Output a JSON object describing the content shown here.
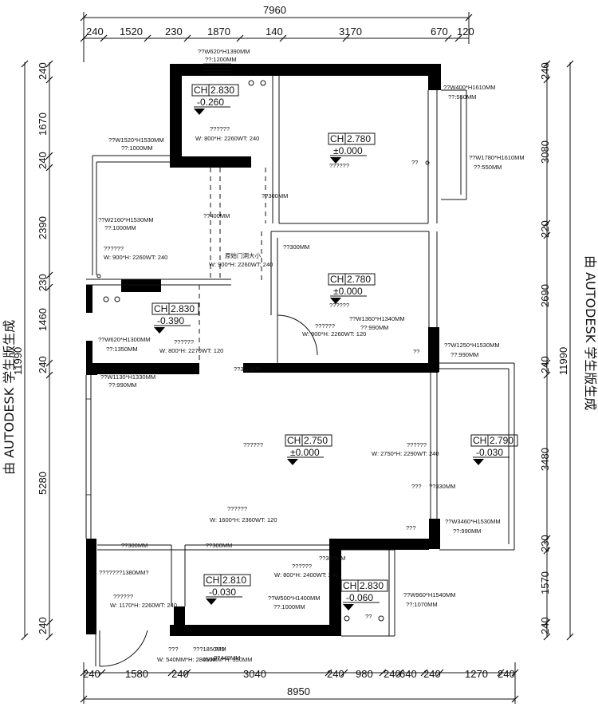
{
  "top_dims": {
    "overall": "7960",
    "segments": [
      "240",
      "1520",
      "230",
      "1870",
      "140",
      "3170",
      "670",
      "120"
    ]
  },
  "bottom_dims": {
    "overall": "8950",
    "segments": [
      "240",
      "1580",
      "240",
      "3040",
      "240",
      "980",
      "240",
      "640",
      "240",
      "1270",
      "240"
    ]
  },
  "left_dims": {
    "overall": "11990",
    "segments": [
      "240",
      "1670",
      "240",
      "2390",
      "230",
      "1460",
      "240",
      "5280",
      "240"
    ]
  },
  "right_dims": {
    "overall": "11990",
    "segments": [
      "240",
      "3080",
      "220",
      "2690",
      "240",
      "3480",
      "230",
      "1570",
      "240"
    ]
  },
  "watermark": "由 AUTODESK 学生版生成",
  "ch_label": "CH",
  "ceiling_markers": [
    {
      "h": "2.830",
      "lvl": "-0.260"
    },
    {
      "h": "2.780",
      "lvl": "±0.000"
    },
    {
      "h": "2.780",
      "lvl": "±0.000"
    },
    {
      "h": "2.830",
      "lvl": "-0.390"
    },
    {
      "h": "2.750",
      "lvl": "±0.000"
    },
    {
      "h": "2.790",
      "lvl": "-0.030"
    },
    {
      "h": "2.810",
      "lvl": "-0.030"
    },
    {
      "h": "2.830",
      "lvl": "-0.060"
    }
  ],
  "annotations": [
    "??W620*H1390MM",
    "??:1200MM",
    "??W400*H1610MM",
    "??:550MM",
    "??W1780*H1610MM",
    "??:550MM",
    "??W1520*H1530MM",
    "??:1000MM",
    "??????",
    "W: 800*H: 2260WT: 240",
    "??????",
    "??300MM",
    "??400MM",
    "??W2160*H1530MM",
    "??:1000MM",
    "??????",
    "W: 900*H: 2260WT: 240",
    "原始门洞大小",
    "W: 900*H: 2260WT: 240",
    "??300MM",
    "??????",
    "??W1360*H1340MM",
    "??:990MM",
    "??????",
    "W: 900*H: 2260WT: 120",
    "??W620*H1300MM",
    "??:1350MM",
    "??????",
    "W: 800*H: 2270WT: 120",
    "??W1250*H1530MM",
    "??:990MM",
    "??300MM",
    "??W1130*H1330MM",
    "??:990MM",
    "??????",
    "??????",
    "W: 2750*H: 2290WT: 240",
    "??330MM",
    "??????",
    "W: 1600*H: 2360WT: 120",
    "??W3460*H1530MM",
    "??:990MM",
    "??300MM",
    "??300MM",
    "???????1380MM?",
    "??????",
    "W: 800*H: 2400WT: 240",
    "??330MM",
    "??????",
    "W: 1170*H: 2260WT: 240",
    "??W500*H1400MM",
    "??:1000MM",
    "??W960*H1540MM",
    "??:1070MM",
    "???1850MM",
    "???",
    "??440MM",
    "W: 540MM*H: 280MM",
    "450MM*H: 350MM",
    "???",
    "???",
    "??",
    "??",
    "???",
    "??"
  ]
}
